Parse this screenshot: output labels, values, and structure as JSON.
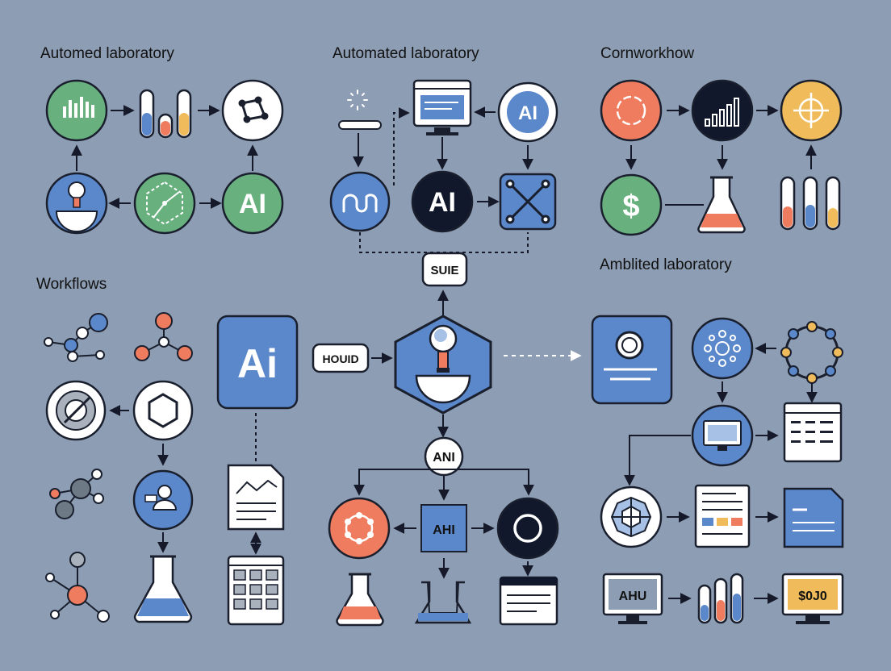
{
  "sections": {
    "automed_lab": "Automed laboratory",
    "automated_lab": "Automated laboratory",
    "cornworkhow": "Cornworkhow",
    "workflows": "Workflows",
    "amblited_lab": "Amblited laboratory"
  },
  "labels": {
    "ai_green": "AI",
    "ai_white": "AI",
    "ai_dark": "AI",
    "ai_big": "Ai",
    "suie": "SUIE",
    "houid": "HOUID",
    "ani": "ANI",
    "ahi": "AHI",
    "dollar": "$",
    "ahu": "AHU",
    "sojo": "$0J0"
  },
  "colors": {
    "background": "#8d9db3",
    "blue": "#5b87cb",
    "green": "#69b07f",
    "orange": "#ef7c5e",
    "yellow": "#f0bb5a",
    "navy": "#11182b",
    "outline": "#1a1f2e"
  }
}
